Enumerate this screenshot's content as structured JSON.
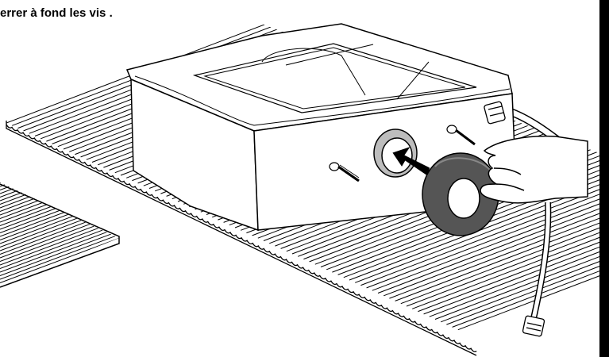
{
  "instruction": {
    "text": "errer à fond les vis ."
  },
  "illustration": {
    "objects": [
      "corrugated-board",
      "appliance-box",
      "screw",
      "screw",
      "ring-gasket",
      "hand",
      "hose",
      "hose-nut",
      "press-arrow"
    ],
    "colors": {
      "line": "#000000",
      "fill": "#ffffff",
      "gasket": "#555555",
      "ring": "#bdbdbd",
      "arrow": "#000000"
    }
  }
}
